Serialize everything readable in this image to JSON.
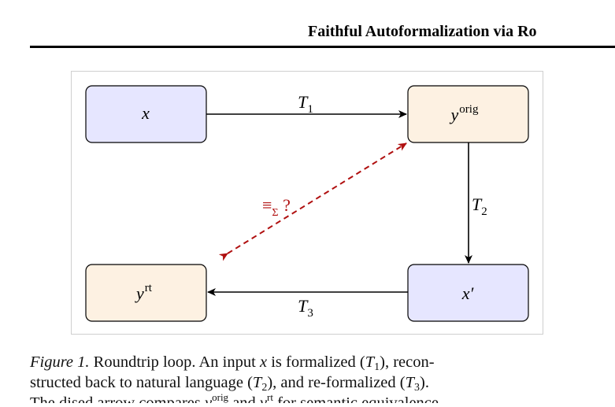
{
  "running_head": "Faithful Autoformalization via Ro",
  "diagram": {
    "nodes": {
      "x": {
        "label": "x",
        "fill": "#e6e6ff"
      },
      "y_orig": {
        "label": "y",
        "sup": "orig",
        "fill": "#fdf1e2"
      },
      "x_prime": {
        "label": "x′",
        "fill": "#e6e6ff"
      },
      "y_rt": {
        "label": "y",
        "sup": "rt",
        "fill": "#fdf1e2"
      }
    },
    "edges": {
      "t1": {
        "label": "T",
        "sub": "1"
      },
      "t2": {
        "label": "T",
        "sub": "2"
      },
      "t3": {
        "label": "T",
        "sub": "3"
      },
      "equiv": {
        "label": "≡",
        "sub": "Σ",
        "suffix": " ?",
        "color": "#b01010"
      }
    }
  },
  "caption": {
    "fig_label": "Figure 1.",
    "line1": {
      "a": " Roundtrip loop. An input ",
      "var": "x",
      "b": " is formalized (",
      "t": "T",
      "t_sub": "1",
      "c": "), recon-"
    },
    "line2": {
      "a": "structed back to natural language (",
      "t2": "T",
      "t2_sub": "2",
      "b": "), and re-formalized (",
      "t3": "T",
      "t3_sub": "3",
      "c": ")."
    },
    "line3": {
      "a": "The dis",
      "b": "ed arrow compares ",
      "c": "y",
      "c_sup": "orig",
      "d": " and ",
      "e": "y",
      "e_sup": "rt",
      "f": " for semantic equivalence"
    }
  }
}
